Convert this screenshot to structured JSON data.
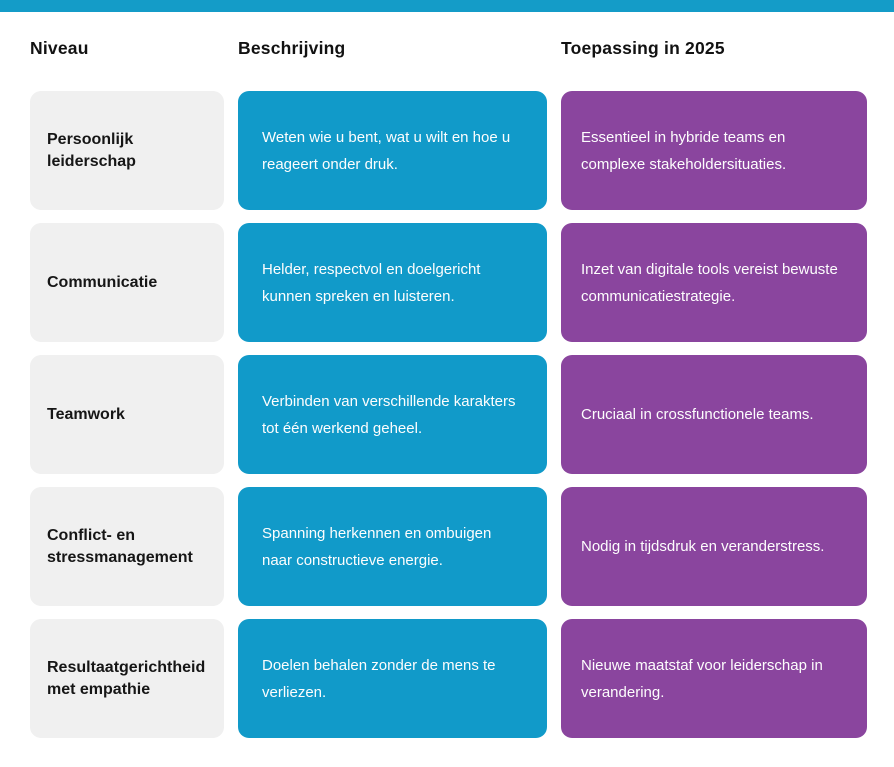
{
  "colors": {
    "accent_bar": "#149CC8",
    "teal": "#119AC9",
    "purple": "#8A459E",
    "light_gray": "#F0F0F0"
  },
  "chart_data": {
    "type": "table",
    "columns": [
      "Niveau",
      "Beschrijving",
      "Toepassing in 2025"
    ],
    "rows": [
      [
        "Persoonlijk leiderschap",
        "Weten wie u bent, wat u wilt en hoe u reageert onder druk.",
        "Essentieel in hybride teams en complexe stakeholdersituaties."
      ],
      [
        "Communicatie",
        "Helder, respectvol en doelgericht kunnen spreken en luisteren.",
        "Inzet van digitale tools vereist bewuste communicatiestrategie."
      ],
      [
        "Teamwork",
        "Verbinden van verschillende karakters tot één werkend geheel.",
        "Cruciaal in crossfunctionele teams."
      ],
      [
        "Conflict- en stressmanagement",
        "Spanning herkennen en ombuigen naar constructieve energie.",
        "Nodig in tijdsdruk en veranderstress."
      ],
      [
        "Resultaatgerichtheid met empathie",
        "Doelen behalen zonder de mens te verliezen.",
        "Nieuwe maatstaf voor leiderschap in verandering."
      ]
    ]
  }
}
